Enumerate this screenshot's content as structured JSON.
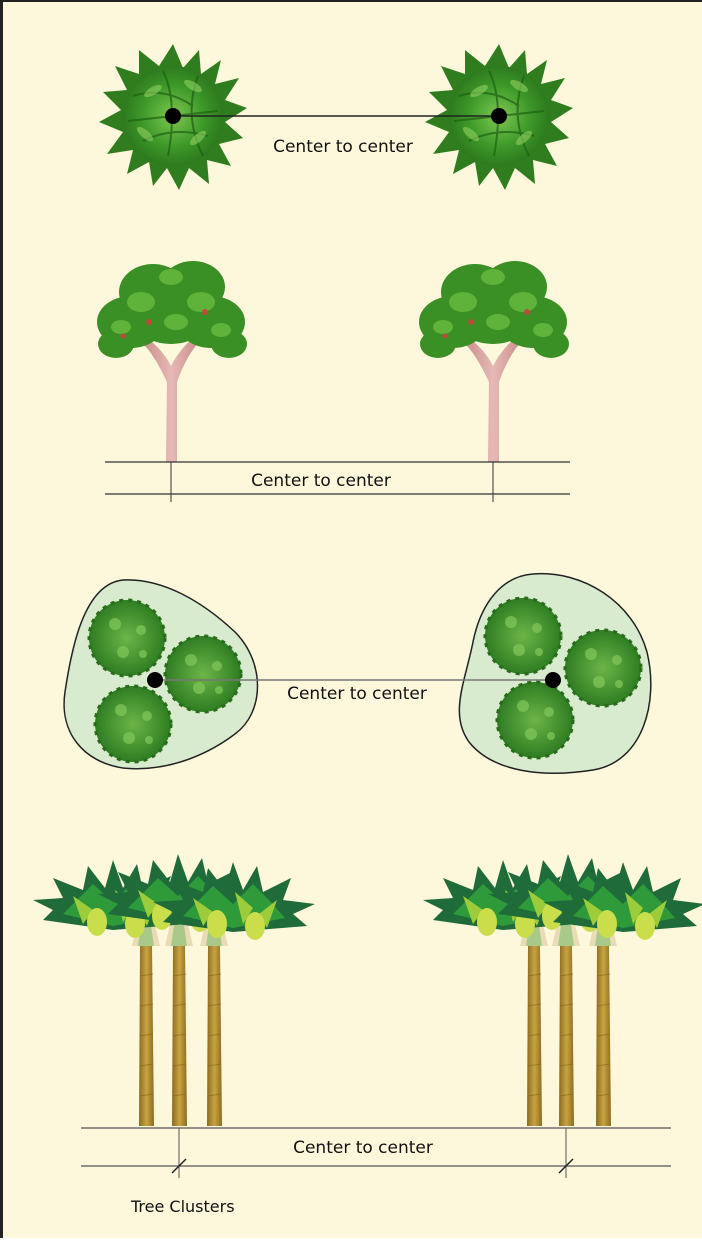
{
  "colors": {
    "background": "#fdf7dc",
    "foliage_dark": "#2f7d1f",
    "foliage_light": "#5fb33a",
    "cluster_fill": "#d8ebcf",
    "trunk": "#d9a3a0",
    "palm_trunk": "#b9922e",
    "line": "#333333"
  },
  "panels": [
    {
      "view": "plan",
      "subject": "single tree canopy",
      "label": "Center to center"
    },
    {
      "view": "elevation",
      "subject": "single tree",
      "label": "Center to center"
    },
    {
      "view": "plan",
      "subject": "tree cluster of three",
      "label": "Center to center"
    },
    {
      "view": "elevation",
      "subject": "palm cluster of three",
      "label": "Center to center"
    }
  ],
  "caption": "Tree Clusters"
}
